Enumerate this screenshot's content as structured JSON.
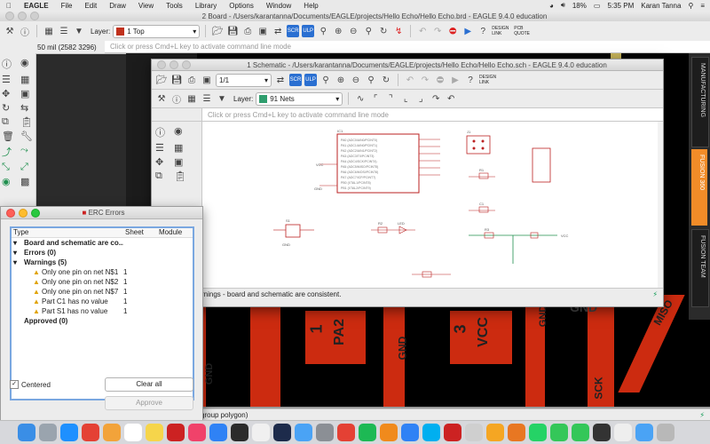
{
  "menubar": {
    "app": "EAGLE",
    "items": [
      "File",
      "Edit",
      "Draw",
      "View",
      "Tools",
      "Library",
      "Options",
      "Window",
      "Help"
    ],
    "battery": "18%",
    "time": "5:35 PM",
    "user": "Karan Tanna"
  },
  "board": {
    "title": "2 Board - /Users/karantanna/Documents/EAGLE/projects/Hello Echo/Hello Echo.brd - EAGLE 9.4.0 education",
    "layer_label": "Layer:",
    "layer_value": "1 Top",
    "layer_color": "#c0311c",
    "coords": "50 mil (2582 3296)",
    "cmd_placeholder": "Click or press Cmd+L key to activate command line mode",
    "status": "group polygon)",
    "pcb_labels": [
      "GND",
      "1",
      "PA2",
      "GND",
      "3",
      "VCC",
      "SCK",
      "GND",
      "MISO",
      "GND"
    ],
    "right_tabs": [
      "MANUFACTURING",
      "FUSION 360",
      "FUSION TEAM"
    ],
    "design_link": "DESIGN LINK",
    "pcb_quote": "PCB QUOTE"
  },
  "schematic": {
    "title": "1 Schematic - /Users/karantanna/Documents/EAGLE/projects/Hello Echo/Hello Echo.sch - EAGLE 9.4.0 education",
    "sheet": "1/1",
    "layer_label": "Layer:",
    "layer_value": "91 Nets",
    "layer_color": "#2f9e6e",
    "cmd_placeholder": "Click or press Cmd+L key to activate command line mode",
    "status": "rnings - board and schematic are consistent.",
    "design_link": "DESIGN LINK",
    "components": [
      "IC1",
      "GND",
      "VCC",
      "J1",
      "R1",
      "C1",
      "R2",
      "S1",
      "LED",
      "R3",
      "GND",
      "VCC"
    ]
  },
  "erc": {
    "title": "ERC Errors",
    "columns": [
      "Type",
      "Sheet",
      "Module"
    ],
    "rows": [
      {
        "text": "Board and schematic are co...",
        "sheet": "",
        "indent": 0,
        "kind": "root"
      },
      {
        "text": "Errors (0)",
        "sheet": "",
        "indent": 0,
        "kind": "group"
      },
      {
        "text": "Warnings (5)",
        "sheet": "",
        "indent": 0,
        "kind": "group-open"
      },
      {
        "text": "Only one pin on net N$1",
        "sheet": "1",
        "indent": 1,
        "kind": "warn"
      },
      {
        "text": "Only one pin on net N$2",
        "sheet": "1",
        "indent": 1,
        "kind": "warn"
      },
      {
        "text": "Only one pin on net N$7",
        "sheet": "1",
        "indent": 1,
        "kind": "warn"
      },
      {
        "text": "Part C1 has no value",
        "sheet": "1",
        "indent": 1,
        "kind": "warn"
      },
      {
        "text": "Part S1 has no value",
        "sheet": "1",
        "indent": 1,
        "kind": "warn"
      },
      {
        "text": "Approved (0)",
        "sheet": "",
        "indent": 0,
        "kind": "plain"
      }
    ],
    "centered_label": "Centered",
    "centered_checked": true,
    "clear_all": "Clear all",
    "approve": "Approve"
  },
  "dock": {
    "apps": [
      {
        "name": "finder",
        "color": "#3a8ee6"
      },
      {
        "name": "launchpad",
        "color": "#9aa4ae"
      },
      {
        "name": "safari",
        "color": "#1e90ff"
      },
      {
        "name": "chrome",
        "color": "#e44134"
      },
      {
        "name": "photos",
        "color": "#f2a33a"
      },
      {
        "name": "calendar",
        "color": "#ffffff"
      },
      {
        "name": "notes",
        "color": "#f6d54b"
      },
      {
        "name": "eagle",
        "color": "#cc2222"
      },
      {
        "name": "music",
        "color": "#f0426a"
      },
      {
        "name": "store",
        "color": "#2f82f5"
      },
      {
        "name": "terminal",
        "color": "#2b2b2b"
      },
      {
        "name": "textedit",
        "color": "#f0f0f0"
      },
      {
        "name": "photoshop",
        "color": "#1d2b4b"
      },
      {
        "name": "mail",
        "color": "#4aa3f5"
      },
      {
        "name": "settings",
        "color": "#8b8f95"
      },
      {
        "name": "chrome2",
        "color": "#e44134"
      },
      {
        "name": "spotify",
        "color": "#1db954"
      },
      {
        "name": "vlc",
        "color": "#f08a1c"
      },
      {
        "name": "appstore",
        "color": "#2f82f5"
      },
      {
        "name": "skype",
        "color": "#00aff0"
      },
      {
        "name": "eagle2",
        "color": "#cc2222"
      },
      {
        "name": "files",
        "color": "#cfcfcf"
      },
      {
        "name": "f-app",
        "color": "#f5a623"
      },
      {
        "name": "fusion",
        "color": "#e87722"
      },
      {
        "name": "whatsapp",
        "color": "#25d366"
      },
      {
        "name": "messages",
        "color": "#34c759"
      },
      {
        "name": "facetime",
        "color": "#34c759"
      },
      {
        "name": "terminal2",
        "color": "#333333"
      },
      {
        "name": "docs",
        "color": "#eeeeee"
      },
      {
        "name": "downloads",
        "color": "#4aa3f5"
      },
      {
        "name": "trash",
        "color": "#b8b8b8"
      }
    ]
  }
}
